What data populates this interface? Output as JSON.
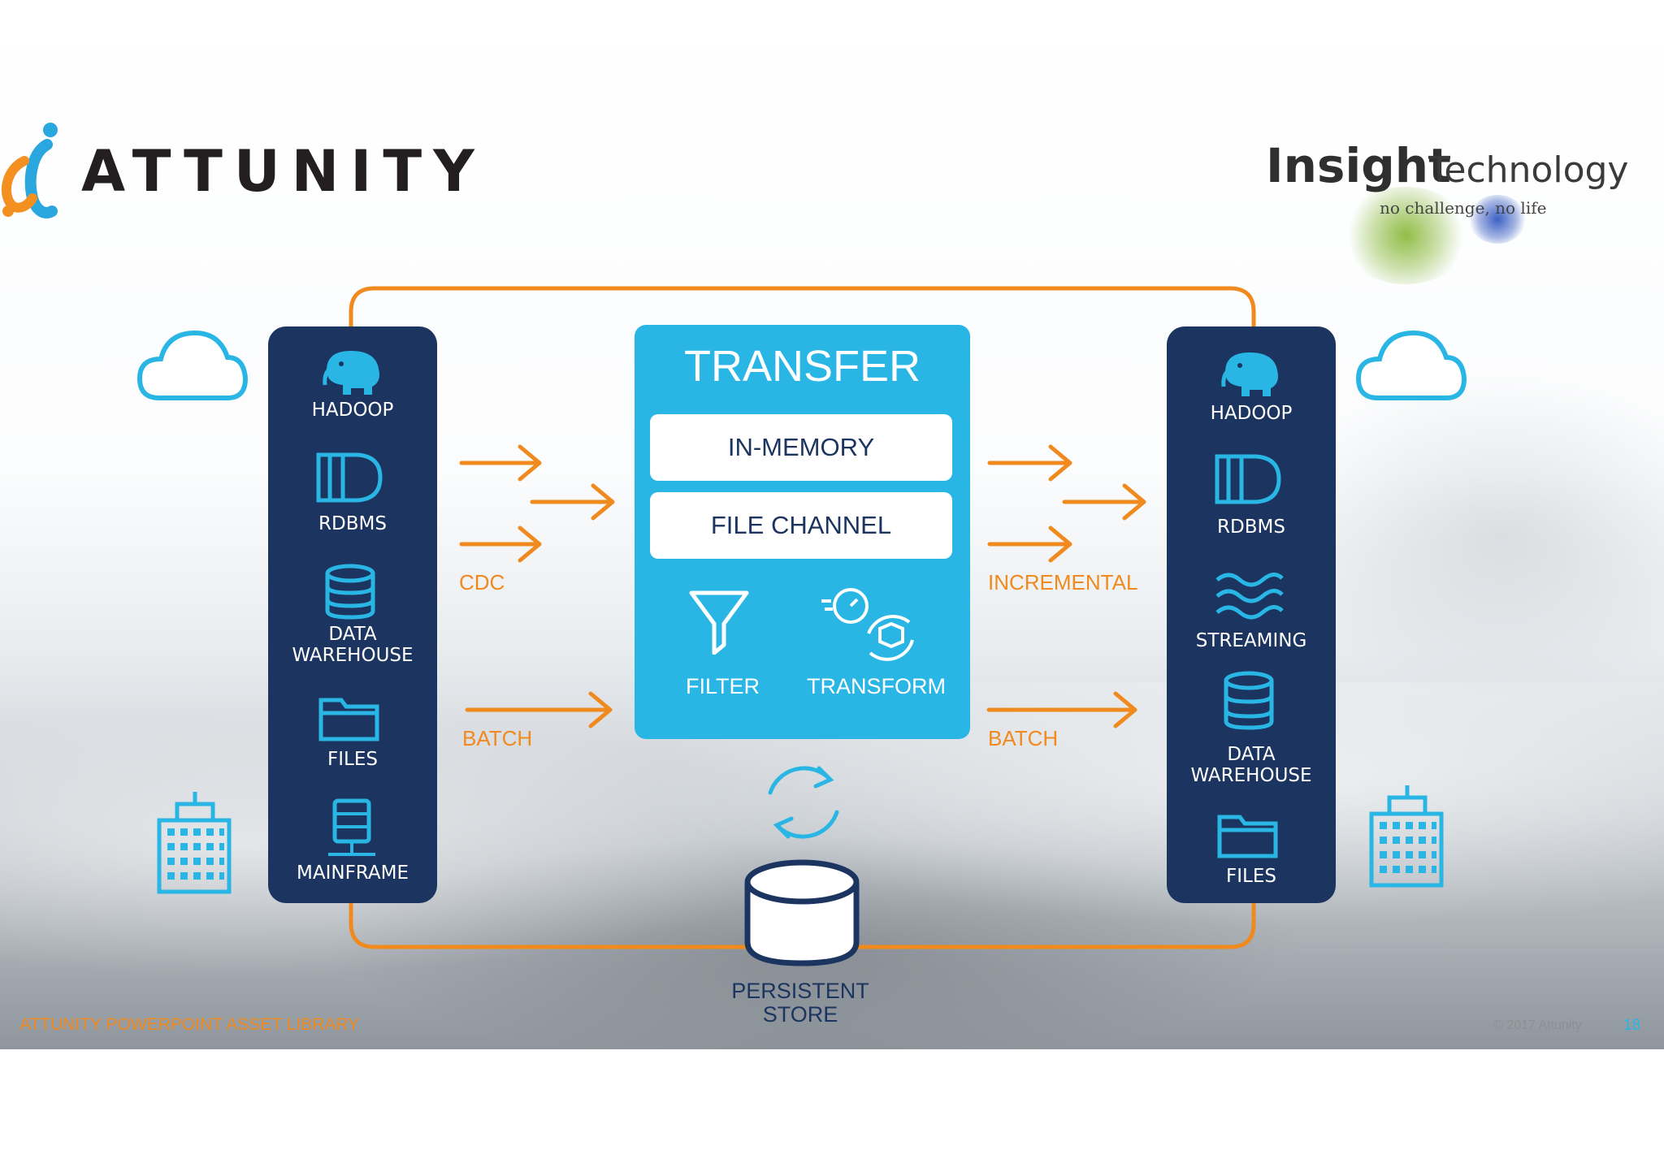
{
  "logos": {
    "left": {
      "wordmark": "ATTUNITY"
    },
    "right": {
      "word1": "Insight",
      "word2": "Technology",
      "tagline": "no challenge, no life"
    }
  },
  "diagram": {
    "sources": [
      "HADOOP",
      "RDBMS",
      "DATA WAREHOUSE",
      "FILES",
      "MAINFRAME"
    ],
    "targets": [
      "HADOOP",
      "RDBMS",
      "STREAMING",
      "DATA WAREHOUSE",
      "FILES"
    ],
    "transfer": {
      "title": "TRANSFER",
      "channels": [
        "IN-MEMORY",
        "FILE CHANNEL"
      ],
      "filter_label": "FILTER",
      "transform_label": "TRANSFORM"
    },
    "left_labels": {
      "cdc": "CDC",
      "batch": "BATCH"
    },
    "right_labels": {
      "incremental": "INCREMENTAL",
      "batch": "BATCH"
    },
    "persistent_store": {
      "line1": "PERSISTENT",
      "line2": "STORE"
    },
    "icons": [
      "cloud-icon",
      "building-icon",
      "hadoop-elephant-icon",
      "rdbms-icon",
      "database-icon",
      "folder-icon",
      "mainframe-icon",
      "waves-icon",
      "funnel-icon",
      "transform-icon",
      "refresh-icon",
      "cylinder-icon",
      "arrow-right-icon"
    ]
  },
  "footer": {
    "left": "ATTUNITY POWERPOINT ASSET LIBRARY",
    "copyright": "© 2017 Attunity",
    "page_number": "18"
  },
  "colors": {
    "navy": "#1b3560",
    "cyan": "#29b6e5",
    "orange": "#f08a1e"
  }
}
